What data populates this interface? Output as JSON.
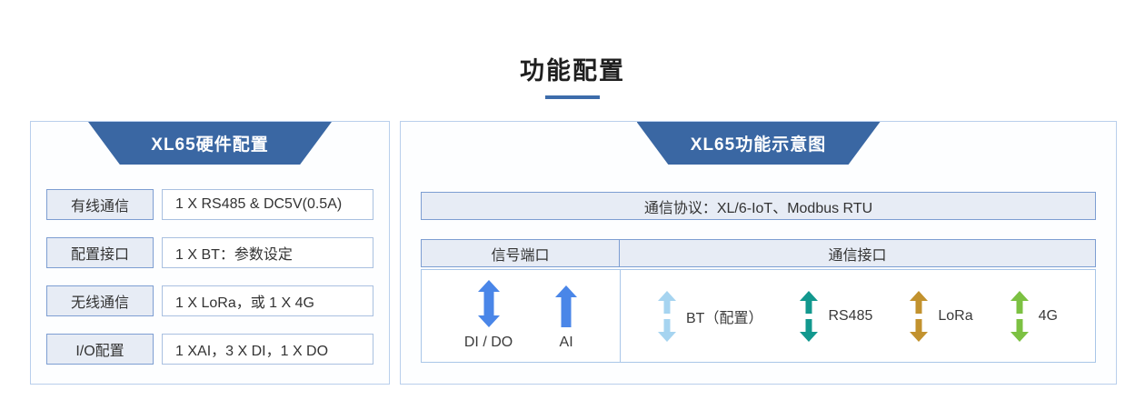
{
  "page": {
    "title": "功能配置"
  },
  "colors": {
    "banner_blue": "#3a67a3",
    "underline_blue": "#3d6cab",
    "panel_border": "#b9cfec",
    "cell_fill": "#e7ecf5",
    "cell_border": "#7d9ed2",
    "arrow_blue": "#4a86e8",
    "arrow_lightblue": "#a6d4f0",
    "arrow_teal": "#12988e",
    "arrow_ochre": "#c2922e",
    "arrow_green": "#7cc142"
  },
  "left_panel": {
    "header": "XL65硬件配置",
    "rows": [
      {
        "label": "有线通信",
        "value": "1 X RS485 & DC5V(0.5A)"
      },
      {
        "label": "配置接口",
        "value": "1 X BT：参数设定"
      },
      {
        "label": "无线通信",
        "value": "1 X LoRa，或 1 X 4G"
      },
      {
        "label": "I/O配置",
        "value": "1 XAI，3 X DI，1 X DO"
      }
    ]
  },
  "right_panel": {
    "header": "XL65功能示意图",
    "protocol_bar": "通信协议：XL/6-IoT、Modbus RTU",
    "table": {
      "columns": {
        "signal": "信号端口",
        "comm": "通信接口"
      },
      "signal_ports": [
        {
          "label": "DI / DO",
          "arrow": "double-headed-connected",
          "color": "#4a86e8"
        },
        {
          "label": "AI",
          "arrow": "up",
          "color": "#4a86e8"
        }
      ],
      "comm_interfaces": [
        {
          "label": "BT（配置）",
          "arrow": "up-down-pair",
          "color": "#a6d4f0"
        },
        {
          "label": "RS485",
          "arrow": "up-down-pair",
          "color": "#12988e"
        },
        {
          "label": "LoRa",
          "arrow": "up-down-pair",
          "color": "#c2922e"
        },
        {
          "label": "4G",
          "arrow": "up-down-pair",
          "color": "#7cc142"
        }
      ]
    }
  }
}
